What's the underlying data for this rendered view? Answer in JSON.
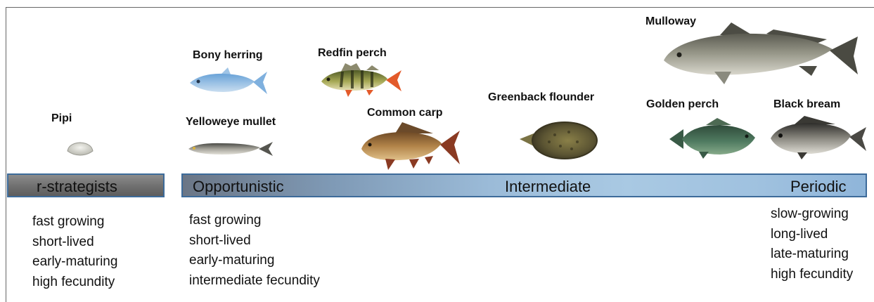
{
  "species": {
    "pipi": "Pipi",
    "bony_herring": "Bony herring",
    "yelloweye_mullet": "Yelloweye mullet",
    "redfin_perch": "Redfin perch",
    "common_carp": "Common carp",
    "greenback_flounder": "Greenback flounder",
    "mulloway": "Mulloway",
    "golden_perch": "Golden perch",
    "black_bream": "Black bream"
  },
  "strategies": {
    "r_strategists": "r-strategists",
    "opportunistic": "Opportunistic",
    "intermediate": "Intermediate",
    "periodic": "Periodic"
  },
  "traits": {
    "r_strategists": [
      "fast growing",
      "short-lived",
      "early-maturing",
      "high fecundity"
    ],
    "opportunistic": [
      "fast growing",
      "short-lived",
      "early-maturing",
      "intermediate fecundity"
    ],
    "periodic": [
      "slow-growing",
      "long-lived",
      "late-maturing",
      "high fecundity"
    ]
  },
  "colors": {
    "r_bar": "#6f6f6f",
    "continuum_bar": "#a9c9e3",
    "bar_border": "#3d6b9a"
  },
  "icons": [
    "pipi-shell-icon",
    "bony-herring-icon",
    "yelloweye-mullet-icon",
    "redfin-perch-icon",
    "common-carp-icon",
    "greenback-flounder-icon",
    "mulloway-icon",
    "golden-perch-icon",
    "black-bream-icon"
  ]
}
